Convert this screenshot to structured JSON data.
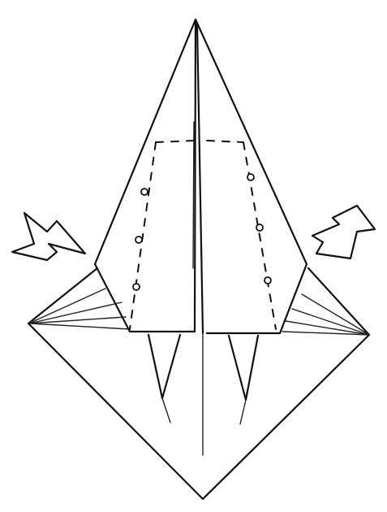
{
  "diagram": {
    "ink_color": "#111111",
    "paper_color": "#ffffff",
    "arrows": [
      {
        "side": "left",
        "direction": "inward"
      },
      {
        "side": "right",
        "direction": "inward"
      }
    ]
  }
}
